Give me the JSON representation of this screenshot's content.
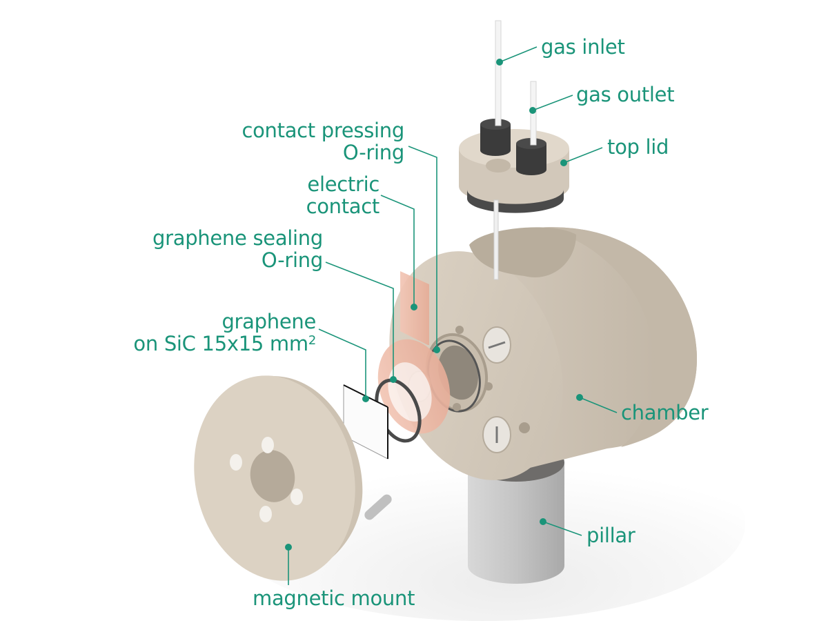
{
  "diagram": {
    "title": "",
    "accent_color": "#1a9479",
    "labels": {
      "gas_inlet": "gas inlet",
      "gas_outlet": "gas outlet",
      "top_lid": "top lid",
      "contact_pressing_oring_line1": "contact pressing",
      "contact_pressing_oring_line2": "O-ring",
      "electric_contact_line1": "electric",
      "electric_contact_line2": "contact",
      "graphene_sealing_oring_line1": "graphene sealing",
      "graphene_sealing_oring_line2": "O-ring",
      "graphene_line1": "graphene",
      "graphene_line2": "on SiC 15x15 mm",
      "graphene_line2_sup": "2",
      "chamber": "chamber",
      "pillar": "pillar",
      "magnetic_mount": "magnetic mount"
    },
    "components": [
      "gas inlet",
      "gas outlet",
      "top lid",
      "contact pressing O-ring",
      "electric contact",
      "graphene sealing O-ring",
      "graphene on SiC 15x15 mm2",
      "chamber",
      "pillar",
      "magnetic mount"
    ]
  }
}
